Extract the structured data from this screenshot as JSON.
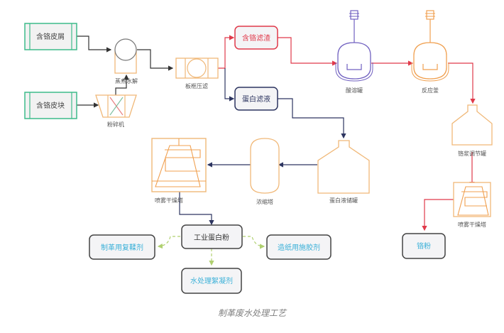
{
  "title": "制革废水处理工艺",
  "colors": {
    "green": "#3dbb8a",
    "orange": "#f0b878",
    "red": "#e0394a",
    "navy": "#2d3560",
    "purple": "#7060c0",
    "cyan": "#3ab0d8",
    "dash_green": "#b0d070",
    "dark": "#333333"
  },
  "sources": {
    "chrome_shavings": "含铬皮屑",
    "chrome_pieces": "含铬皮块"
  },
  "equipment": {
    "hydrolysis": "蒸煮水解",
    "crusher": "粉碎机",
    "filter_press": "板框压滤",
    "acid_tank": "酸溶罐",
    "reactor": "反应釜",
    "chrome_adjust_tank": "铬浆调节罐",
    "spray_dryer_right": "喷雾干燥塔",
    "protein_storage_tank": "蛋白液储罐",
    "concentrator": "浓缩塔",
    "spray_dryer_left": "喷雾干燥塔"
  },
  "boxes": {
    "chrome_residue": "含铬滤渣",
    "protein_filtrate": "蛋白滤液",
    "industrial_protein": "工业蛋白粉",
    "chrome_powder": "铬粉",
    "retanning_agent": "制革用复鞣剂",
    "paper_sizing": "造纸用施胶剂",
    "flocculant": "水处理絮凝剂"
  }
}
